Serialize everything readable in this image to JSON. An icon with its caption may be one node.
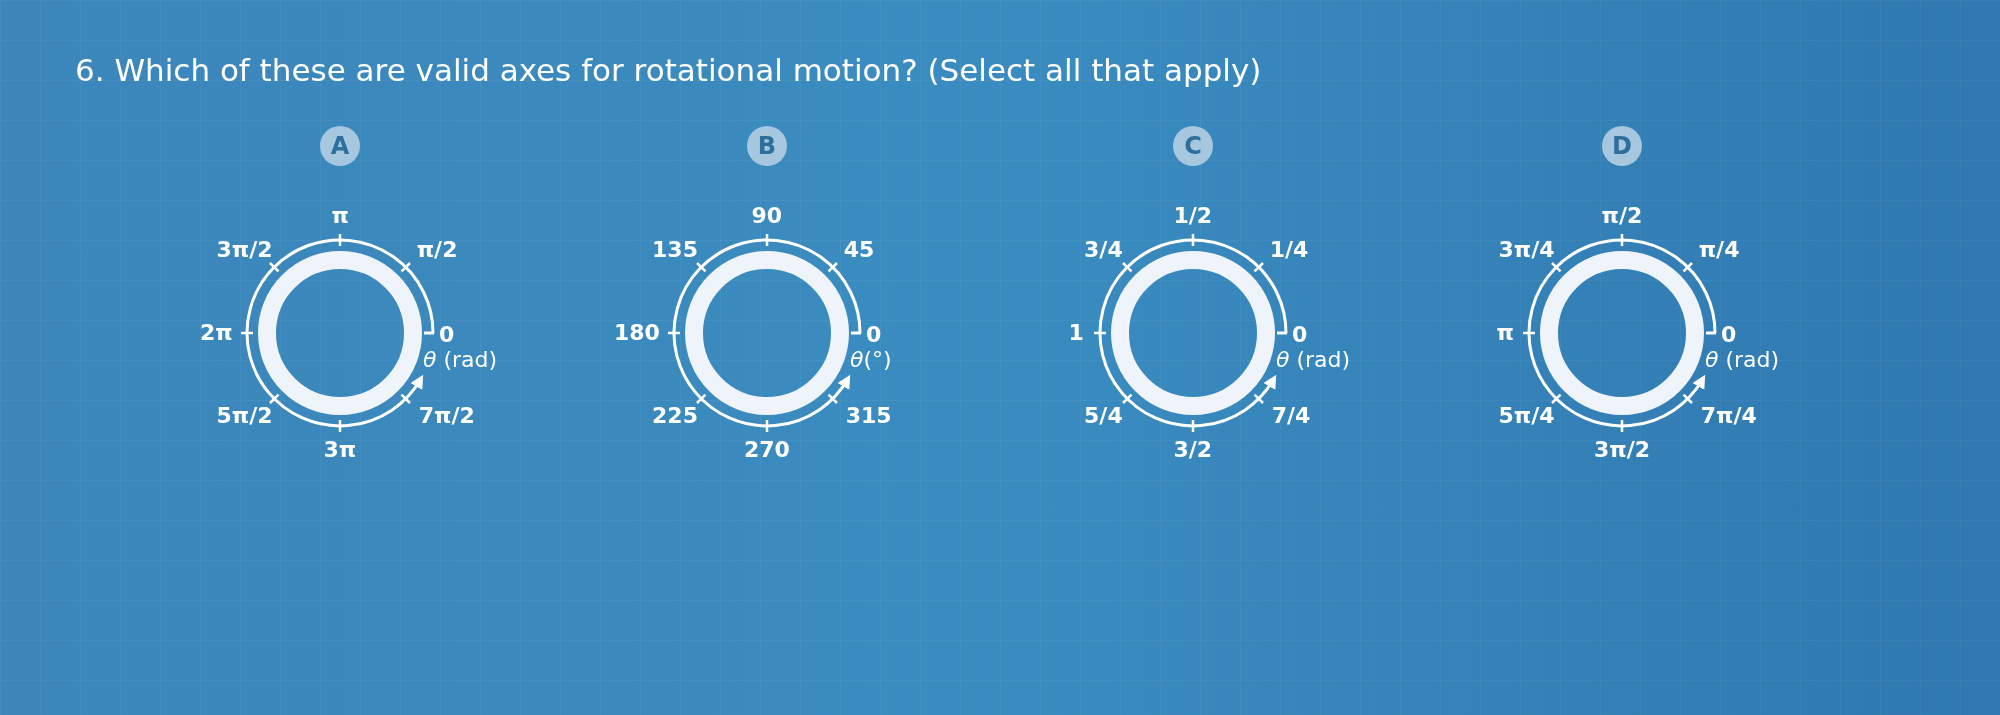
{
  "diagram": {
    "title": "6.  Which of these are valid axes for rotational motion? (Select all that apply)",
    "nodes": [
      {
        "text": [
          "A"
        ]
      },
      {
        "text": [
          "B"
        ]
      },
      {
        "text": [
          "C"
        ]
      },
      {
        "text": [
          "D"
        ]
      }
    ],
    "labels": [
      "π",
      "3π/2",
      "π/2",
      "2π",
      "0",
      "*θ* (rad)",
      "5π/2",
      "3π",
      "7π/2",
      "90",
      "135",
      "45",
      "180",
      "0",
      "*θ*(°)",
      "225",
      "270",
      "315",
      "1/2",
      "3/4",
      "1/4",
      "1",
      "0",
      "*θ* (rad)",
      "5/4",
      "3/2",
      "7/4",
      "π/2",
      "3π/4",
      "π/4",
      "π",
      "0",
      "*θ* (rad)",
      "5π/4",
      "3π/2",
      "7π/4"
    ]
  }
}
